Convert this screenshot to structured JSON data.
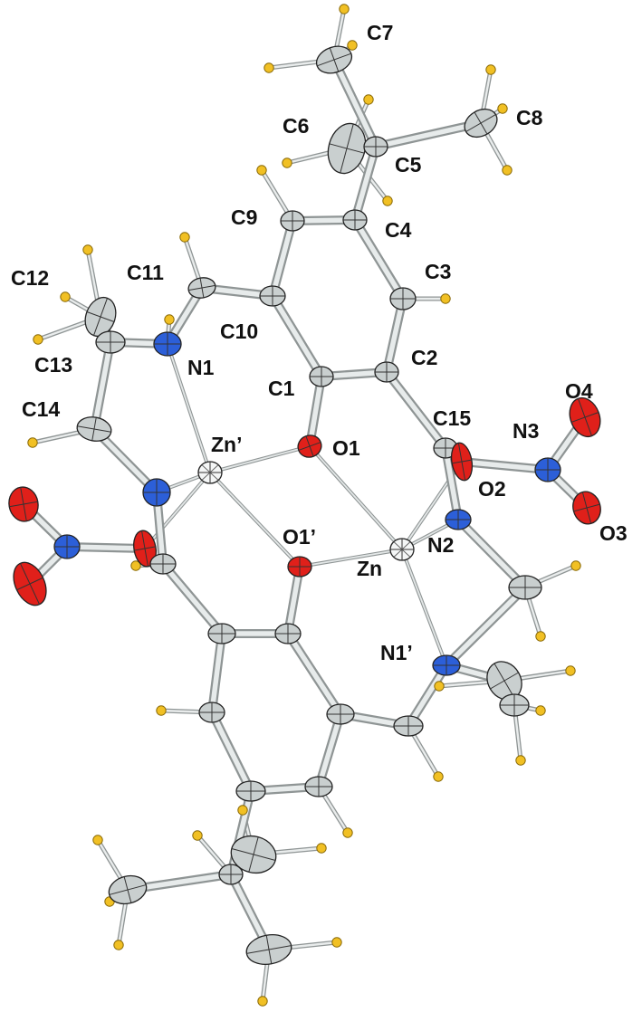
{
  "colors": {
    "carbon": "#c9cfcf",
    "nitrogen": "#2c5fd8",
    "oxygen": "#e0201a",
    "zinc": "#f4f6f6",
    "hydrogen": "#f1c024",
    "bond": "#8f9595",
    "label": "#111111"
  },
  "labels": {
    "C7": "C7",
    "C8": "C8",
    "C6": "C6",
    "C5": "C5",
    "C9": "C9",
    "C4": "C4",
    "C12": "C12",
    "C11": "C11",
    "C3": "C3",
    "C10": "C10",
    "C2": "C2",
    "C13": "C13",
    "N1": "N1",
    "C1": "C1",
    "O4": "O4",
    "C14": "C14",
    "C15": "C15",
    "N3": "N3",
    "Zn_prime": "Zn’",
    "O1": "O1",
    "O2": "O2",
    "O3": "O3",
    "O1_prime": "O1’",
    "N2": "N2",
    "Zn": "Zn",
    "N1_prime": "N1’"
  }
}
